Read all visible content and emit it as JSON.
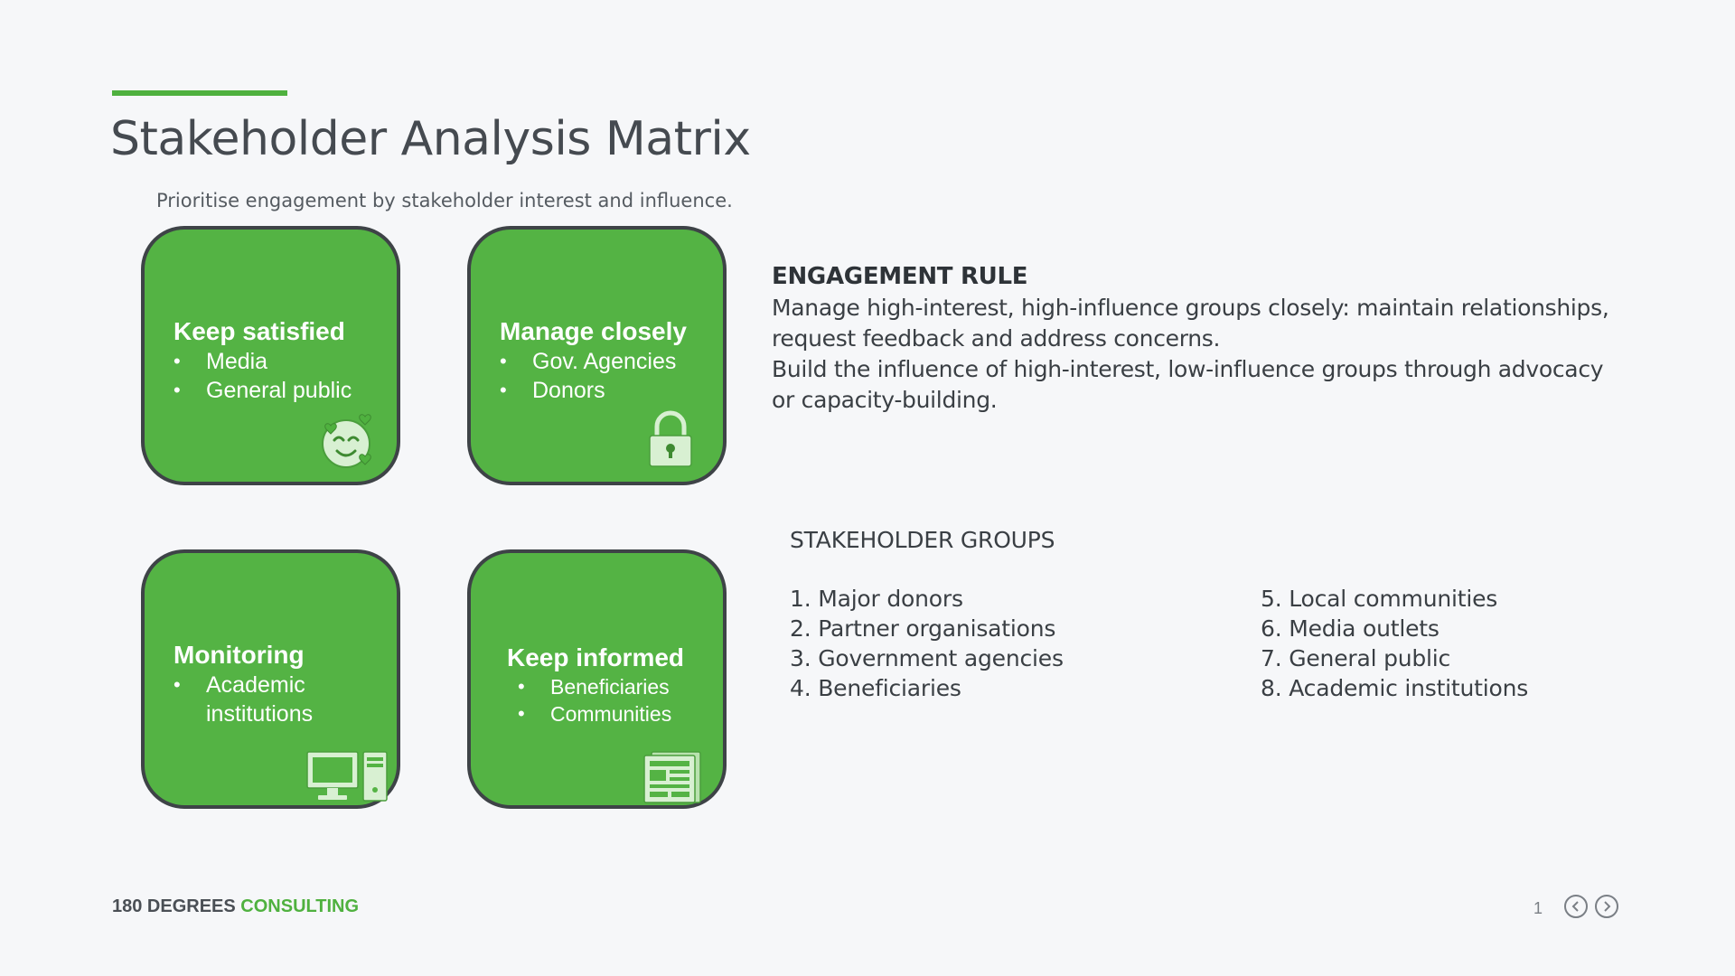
{
  "slide": {
    "title": "Stakeholder Analysis Matrix",
    "subtitle": "Prioritise engagement by stakeholder interest and influence."
  },
  "colors": {
    "accent": "#4fb13f",
    "quadrant_fill": "#54b344",
    "quadrant_border": "#3e4347"
  },
  "quadrants": [
    {
      "heading": "Keep satisfied",
      "items": [
        "Media",
        "General public"
      ],
      "icon": "smiling-face-hearts-icon"
    },
    {
      "heading": "Manage closely",
      "items": [
        "Gov. Agencies",
        "Donors"
      ],
      "icon": "padlock-icon"
    },
    {
      "heading": "Monitoring",
      "items": [
        "Academic institutions"
      ],
      "icon": "desktop-computer-icon"
    },
    {
      "heading": "Keep informed",
      "items": [
        "Beneficiaries",
        "Communities"
      ],
      "icon": "newspaper-icon"
    }
  ],
  "engagement_rule": {
    "title": "ENGAGEMENT RULE",
    "text1": "Manage high-interest, high-influence groups closely: maintain relationships, request feedback and address concerns.",
    "text2": "Build the influence of high-interest, low-influence groups through advocacy or capacity-building."
  },
  "stakeholder_groups": {
    "title": "STAKEHOLDER GROUPS",
    "items": [
      "1. Major donors",
      "2. Partner organisations",
      "3. Government agencies",
      "4. Beneficiaries",
      "5. Local communities",
      "6. Media outlets",
      "7. General public",
      "8. Academic institutions"
    ]
  },
  "footer": {
    "brand_part1": "180 DEGREES ",
    "brand_part2": "CONSULTING",
    "page_number": "1",
    "prev_icon": "chevron-left-icon",
    "next_icon": "chevron-right-icon"
  }
}
